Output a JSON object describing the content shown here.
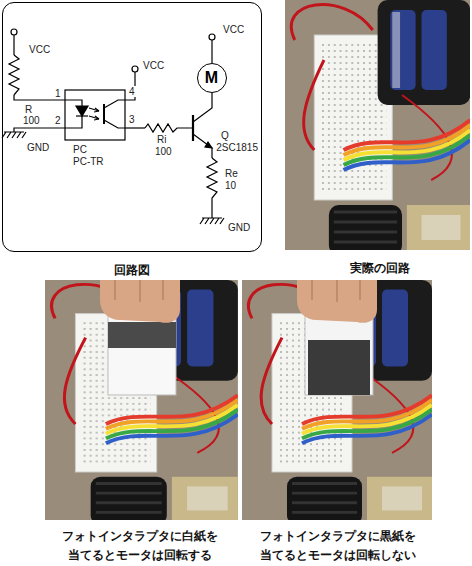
{
  "diagram": {
    "nodes": [
      {
        "text": [
          "回路図"
        ]
      },
      {
        "text": [
          "M"
        ],
        "in": 0
      }
    ],
    "labels": [
      "VCC",
      "R",
      "100",
      "1",
      "2",
      "4",
      "VCC",
      "3",
      "GND",
      "PC",
      "PC-TR",
      "Ri",
      "100",
      "Q",
      "2SC1815",
      "Re",
      "10",
      "GND",
      "VCC",
      "実際の回路",
      "フォトインタラプタに白紙を 当てるとモータは回転する",
      "フォトインタラプタに黒紙を 当てるとモータは回転しない"
    ]
  }
}
